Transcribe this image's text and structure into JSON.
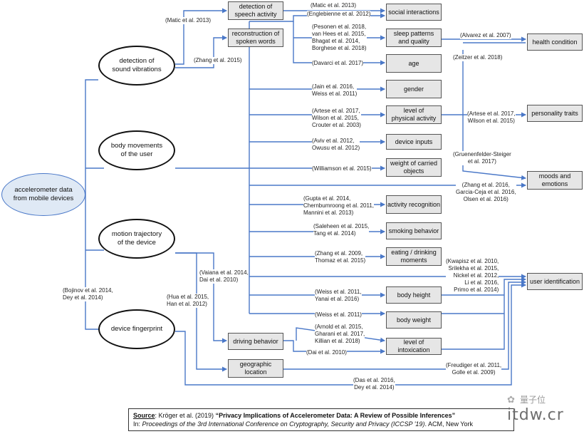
{
  "colors": {
    "connector": "#4a78c8",
    "box_fill": "#e6e6e6",
    "source_fill": "#dfe9f5"
  },
  "source_node": {
    "label": "accelerometer data\nfrom mobile devices"
  },
  "ellipses": {
    "sound": "detection of\nsound vibrations",
    "body": "body movements\nof the user",
    "motion": "motion trajectory\nof the device",
    "fingerprint": "device fingerprint"
  },
  "boxes": {
    "speech": "detection of\nspeech activity",
    "spoken": "reconstruction of\nspoken words",
    "social": "social interactions",
    "sleep": "sleep patterns\nand quality",
    "age": "age",
    "gender": "gender",
    "physical": "level of\nphysical activity",
    "device_inputs": "device inputs",
    "weight_objects": "weight of carried\nobjects",
    "activity": "activity recognition",
    "smoking": "smoking behavior",
    "eating": "eating / drinking\nmoments",
    "height": "body height",
    "bweight": "body weight",
    "intox": "level of intoxication",
    "driving": "driving behavior",
    "geo": "geographic\nlocation",
    "health": "health condition",
    "personality": "personality traits",
    "moods": "moods and\nemotions",
    "userid": "user identification"
  },
  "citations": {
    "matic_left": "(Matic et al. 2013)",
    "zhang2015": "(Zhang et al. 2015)",
    "matic_mid": "(Matic et al. 2013)",
    "englebienne": "(Englebienne et al. 2012)",
    "sleep": "(Pesonen et al. 2018,\nvan Hees et al. 2015,\nBhagat et al. 2014,\nBorghese et al. 2018)",
    "davarci": "(Davarci et al. 2017)",
    "gender": "(Jain et al. 2016,\nWeiss et al. 2011)",
    "physical": "(Artese et al. 2017,\nWilson et al. 2015,\nCrouter et al. 2003)",
    "inputs": "(Aviv et al. 2012,\nOwusu et al. 2012)",
    "williamson": "(Williamson et al. 2015)",
    "activity": "(Gupta et al. 2014,\nChernbumroong et al. 2011,\nMannini et al. 2013)",
    "smoking": "(Saleheen et al. 2015,\nTang et al. 2014)",
    "eating": "(Zhang et al. 2009,\nThomaz et al. 2015)",
    "vaiana": "(Vaiana et al. 2014,\nDai et al. 2010)",
    "height": "(Weiss et al. 2011,\nYanai et al. 2016)",
    "bweight": "(Weiss et al. 2011)",
    "intox": "(Arnold et al. 2015,\nGharani et al. 2017,\nKillian et al. 2018)",
    "dai": "(Dai et al. 2010)",
    "hua": "(Hua et al. 2015,\nHan et al. 2012)",
    "bojinov": "(Bojinov et al. 2014,\nDey et al. 2014)",
    "alvarez": "(Alvarez et al. 2007)",
    "zeitzer": "(Zeitzer et al. 2018)",
    "artese_pers": "(Artese et al. 2017,\nWilson et al. 2015)",
    "gruenenfelder": "(Gruenenfelder-Steiger\net al. 2017)",
    "moods": "(Zhang et al. 2016,\nGarcia-Ceja et al. 2016,\nOlsen et al. 2016)",
    "kwapisz": "(Kwapisz et al. 2010,\nSrilekha et al. 2015,\nNickel et al. 2012,\nLi et al. 2016,\nPrimo et al. 2014)",
    "freudiger": "(Freudiger et al. 2011,\nGolle et al. 2009)",
    "das": "(Das et al. 2016,\nDey et al. 2014)"
  },
  "source": {
    "label": "Source",
    "lead": ": Kröger et al. (2019) ",
    "title": "“Privacy Implications of Accelerometer Data: A Review of Possible Inferences”",
    "in": "In: ",
    "proceedings": "Proceedings of the 3rd International Conference on Cryptography, Security and Privacy (ICCSP '19)",
    "publisher": ". ACM, New York"
  },
  "watermark": {
    "line1": "量子位",
    "line2": "itdw.cr",
    "icon": "wechat-logo-icon"
  }
}
